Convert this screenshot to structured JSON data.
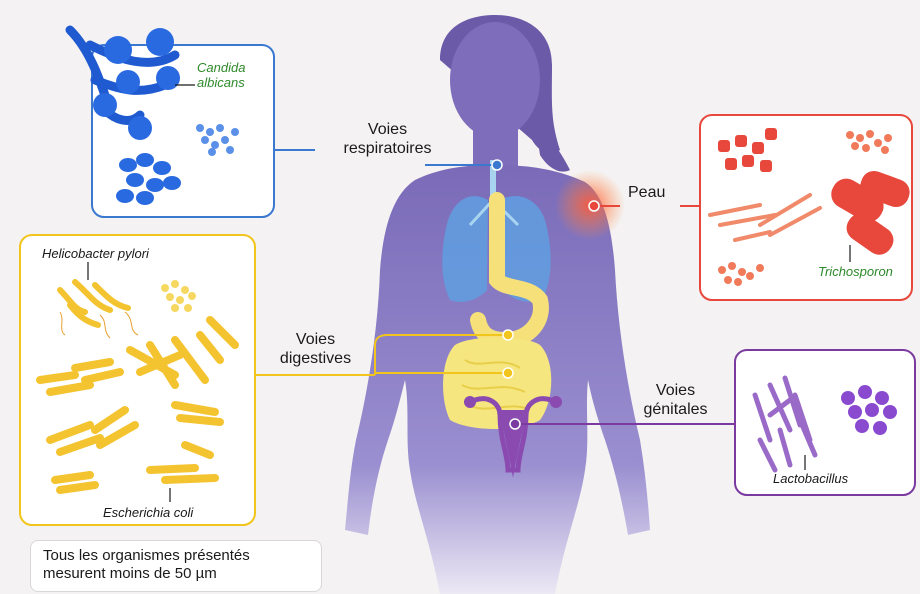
{
  "organs": {
    "respiratory": [
      "Voies",
      "respiratoires"
    ],
    "skin": "Peau",
    "digestive": [
      "Voies",
      "digestives"
    ],
    "genital": [
      "Voies",
      "génitales"
    ]
  },
  "species": {
    "candida": [
      "Candida",
      "albicans"
    ],
    "trichosporon": "Trichosporon",
    "helicobacter": "Helicobacter pylori",
    "escherichia": "Escherichia coli",
    "lactobacillus": "Lactobacillus"
  },
  "note": [
    "Tous les organismes présentés",
    "mesurent moins de 50 µm"
  ],
  "colors": {
    "respiratory": "#3b78d0",
    "skin": "#e8483c",
    "digestive": "#f2c51c",
    "genital": "#7a3aa0",
    "body": "#8a7cc4"
  }
}
